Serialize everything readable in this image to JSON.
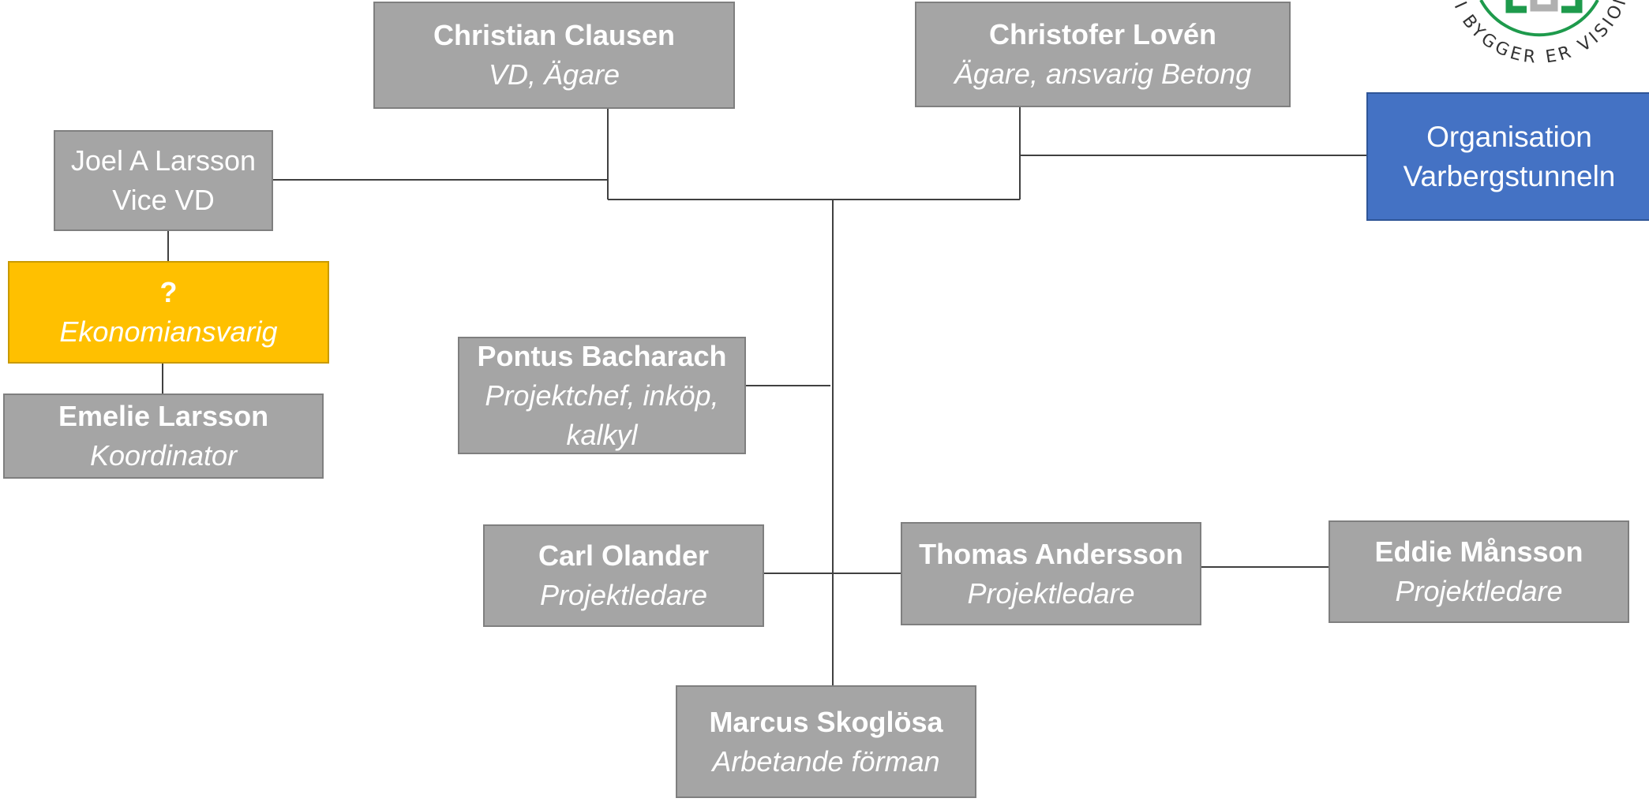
{
  "colors": {
    "box_gray": "#a5a5a5",
    "box_yellow": "#ffc000",
    "box_blue": "#4472c4",
    "line": "#404040",
    "logo_green": "#1e9a4c"
  },
  "nodes": {
    "clausen": {
      "name": "Christian Clausen",
      "role": "VD, Ägare"
    },
    "loven": {
      "name": "Christofer Lovén",
      "role": "Ägare, ansvarig Betong"
    },
    "joel": {
      "line1": "Joel A Larsson",
      "line2": "Vice VD"
    },
    "organisation": {
      "line1": "Organisation",
      "line2": "Varbergstunneln"
    },
    "unknown": {
      "name": "?",
      "role": "Ekonomiansvarig"
    },
    "emelie": {
      "name": "Emelie Larsson",
      "role": "Koordinator"
    },
    "pontus": {
      "name": "Pontus Bacharach",
      "role_line1": "Projektchef, inköp,",
      "role_line2": "kalkyl"
    },
    "carl": {
      "name": "Carl Olander",
      "role": "Projektledare"
    },
    "thomas": {
      "name": "Thomas Andersson",
      "role": "Projektledare"
    },
    "eddie": {
      "name": "Eddie Månsson",
      "role": "Projektledare"
    },
    "marcus": {
      "name": "Marcus Skoglösa",
      "role": "Arbetande förman"
    }
  },
  "logo": {
    "slogan": "VI BYGGER ER VISION"
  }
}
